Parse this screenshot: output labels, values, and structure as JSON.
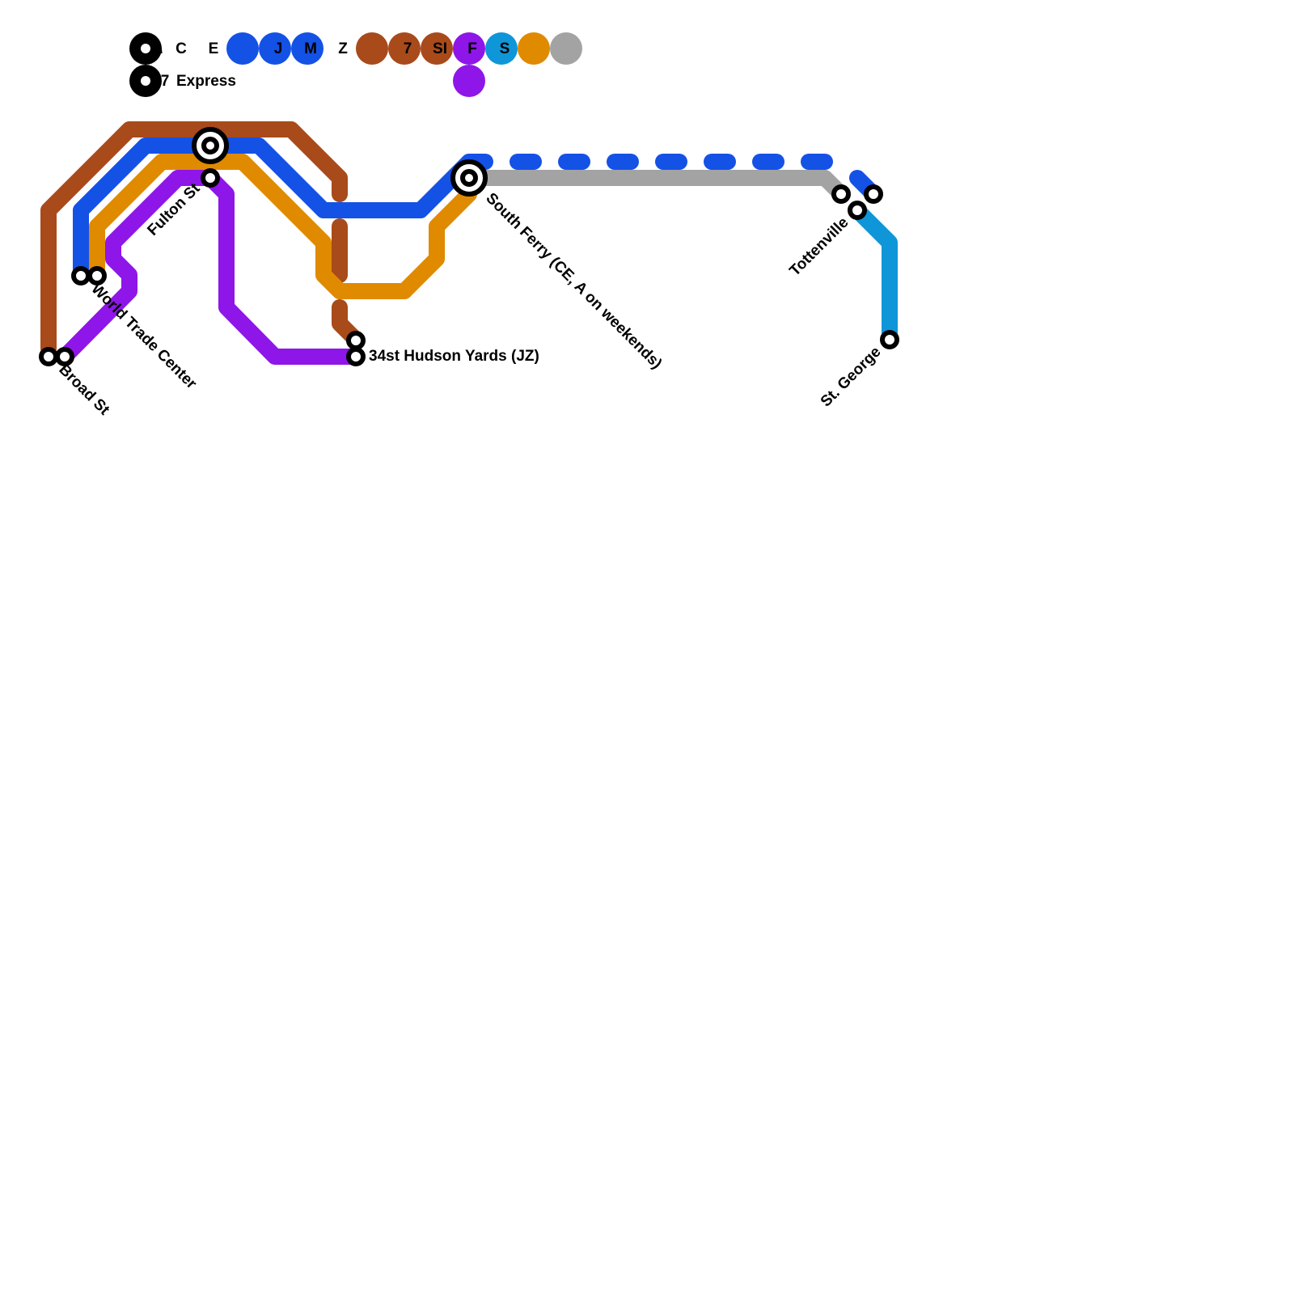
{
  "colors": {
    "black": "#000000",
    "blue": "#1452e6",
    "brown": "#a84a1a",
    "purple": "#8e16e8",
    "teal": "#0f96d8",
    "orange": "#e08a00",
    "gray": "#a3a3a3",
    "white": "#ffffff"
  },
  "legend": {
    "row1": [
      {
        "label": "A",
        "color": "black"
      },
      {
        "label": "C",
        "color": "white"
      },
      {
        "label": "E",
        "color": "white"
      },
      {
        "label": "",
        "color": "blue"
      },
      {
        "label": "J",
        "color": "blue"
      },
      {
        "label": "M",
        "color": "blue"
      },
      {
        "label": "Z",
        "color": "white"
      },
      {
        "label": "",
        "color": "brown"
      },
      {
        "label": "7",
        "color": "brown"
      },
      {
        "label": "SI",
        "color": "brown"
      },
      {
        "label": "F",
        "color": "purple"
      },
      {
        "label": "S",
        "color": "teal"
      },
      {
        "label": "",
        "color": "orange"
      },
      {
        "label": "",
        "color": "gray"
      }
    ],
    "row2": [
      {
        "label": "7",
        "color": "black"
      },
      {
        "label": "",
        "color": "purple"
      }
    ],
    "express_label": "Express"
  },
  "lines": [
    {
      "color": "brown",
      "style": "solid"
    },
    {
      "color": "blue",
      "style": "solid"
    },
    {
      "color": "orange",
      "style": "solid"
    },
    {
      "color": "purple",
      "style": "solid"
    },
    {
      "color": "gray",
      "style": "solid"
    },
    {
      "color": "blue",
      "style": "dashed"
    },
    {
      "color": "teal",
      "style": "solid"
    }
  ],
  "stations": {
    "broad_st": "Broad St",
    "world_trade_center": "World Trade Center",
    "fulton_st": "Fulton St",
    "hudson_yards": "34st Hudson Yards (JZ)",
    "south_ferry": "South Ferry (CE, A on weekends)",
    "tottenville": "Tottenville",
    "st_george": "St. George"
  }
}
